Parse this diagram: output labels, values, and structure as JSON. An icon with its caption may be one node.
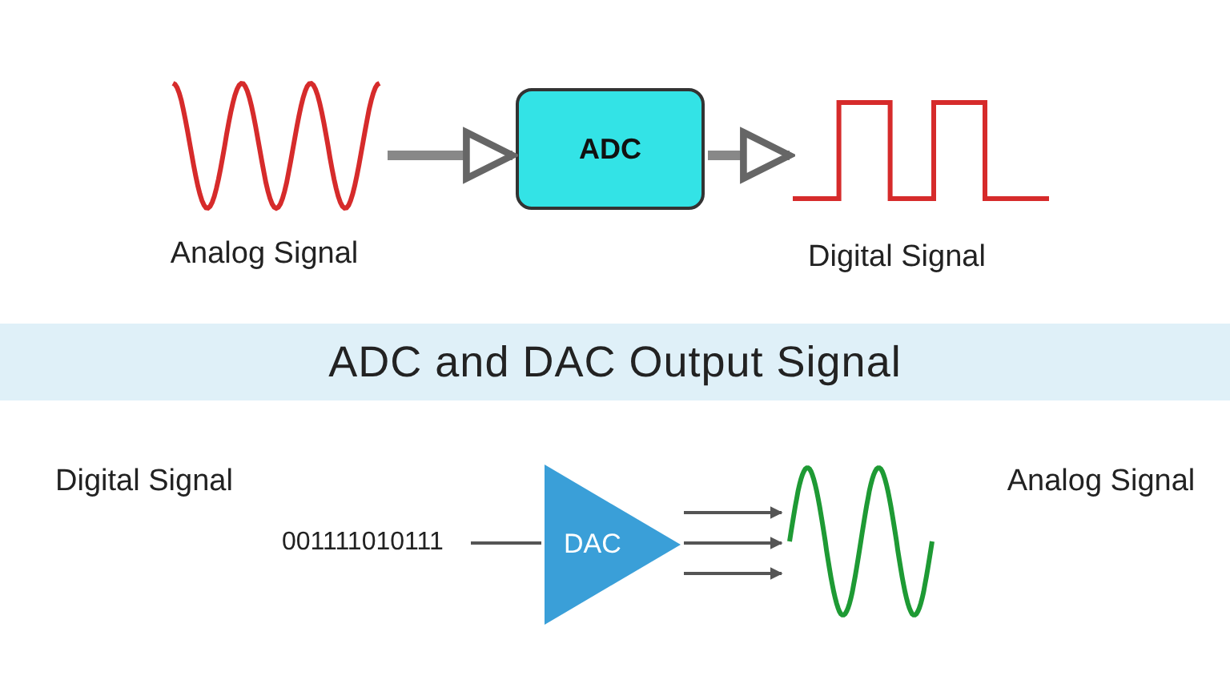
{
  "diagram": {
    "title": "ADC and DAC Output Signal",
    "nodes": [
      {
        "text": [],
        "shape": "picture",
        "beside": [
          "Analog Signal"
        ]
      },
      {
        "text": [
          "ADC"
        ]
      },
      {
        "text": [],
        "shape": "picture",
        "beside": [
          "Digital Signal"
        ]
      },
      {
        "text": [
          "001111010111"
        ],
        "beside": [
          "Digital Signal"
        ]
      },
      {
        "text": [
          "DAC"
        ]
      },
      {
        "text": [],
        "shape": "picture",
        "beside": [
          "Analog Signal"
        ]
      }
    ],
    "edges": [
      {
        "from": 0,
        "to": 1,
        "arrow": "to",
        "style": "thick"
      },
      {
        "from": 1,
        "to": 2,
        "arrow": "to",
        "style": "thick"
      },
      {
        "from": 3,
        "to": 4,
        "arrow": "none"
      },
      {
        "from": 4,
        "to": 5,
        "arrow": "to"
      },
      {
        "from": 4,
        "to": 5,
        "arrow": "to"
      },
      {
        "from": 4,
        "to": 5,
        "arrow": "to"
      }
    ]
  }
}
